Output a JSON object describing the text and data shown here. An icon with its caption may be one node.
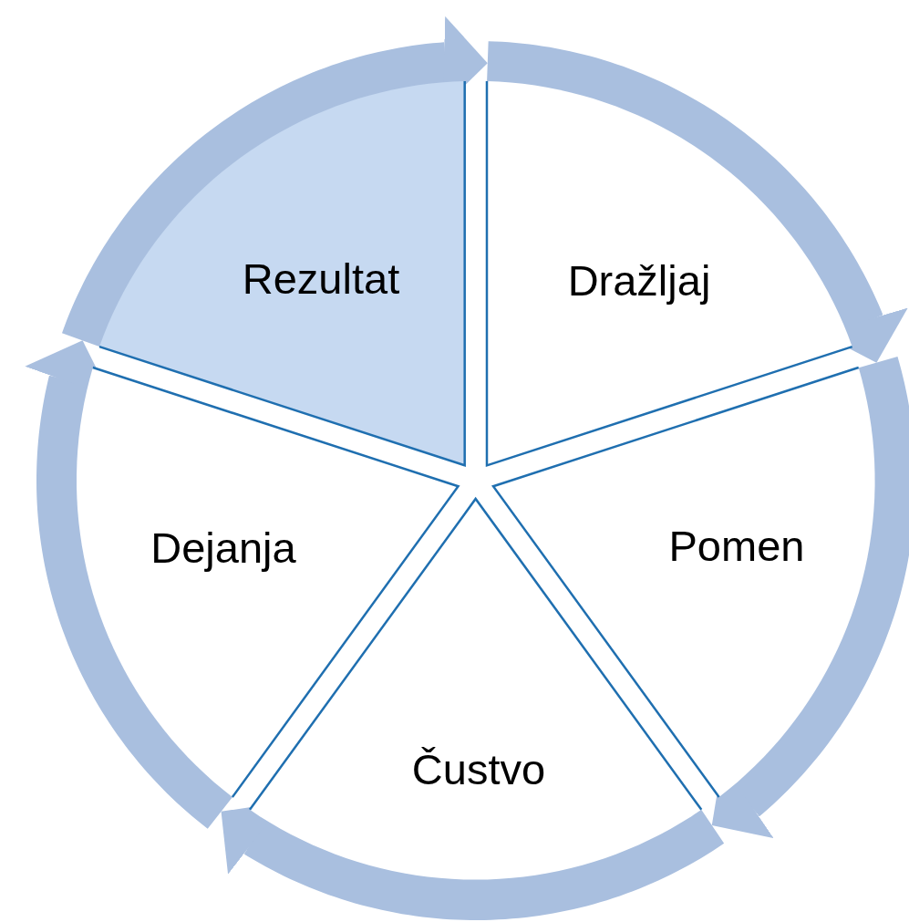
{
  "diagram": {
    "nodes": [
      {
        "text": [
          "Rezultat"
        ]
      },
      {
        "text": [
          "Dražljaj"
        ]
      },
      {
        "text": [
          "Pomen"
        ]
      },
      {
        "text": [
          "Čustvo"
        ]
      },
      {
        "text": [
          "Dejanja"
        ]
      }
    ],
    "edges": [
      {
        "from": 1,
        "to": 2,
        "arrow": "to"
      },
      {
        "from": 2,
        "to": 3,
        "arrow": "to"
      },
      {
        "from": 3,
        "to": 4,
        "arrow": "to"
      },
      {
        "from": 4,
        "to": 0,
        "arrow": "to"
      },
      {
        "from": 0,
        "to": 1,
        "arrow": "to"
      }
    ]
  }
}
